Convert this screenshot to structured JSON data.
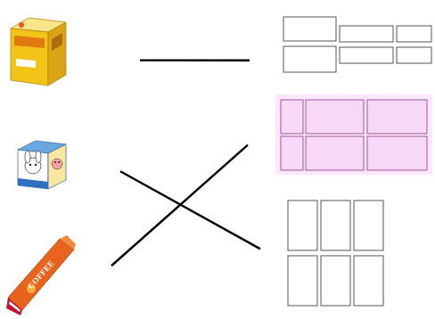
{
  "diagram": {
    "nodes": [
      {
        "text": []
      },
      {
        "text": []
      },
      {
        "text": [
          "COFFEE"
        ]
      },
      {
        "text": []
      },
      {
        "text": []
      },
      {
        "text": []
      }
    ],
    "edges": [
      {
        "from": 0,
        "to": 3,
        "arrow": "none"
      },
      {
        "from": 1,
        "to": 5,
        "arrow": "none"
      },
      {
        "from": 2,
        "to": 4,
        "arrow": "none"
      }
    ]
  }
}
